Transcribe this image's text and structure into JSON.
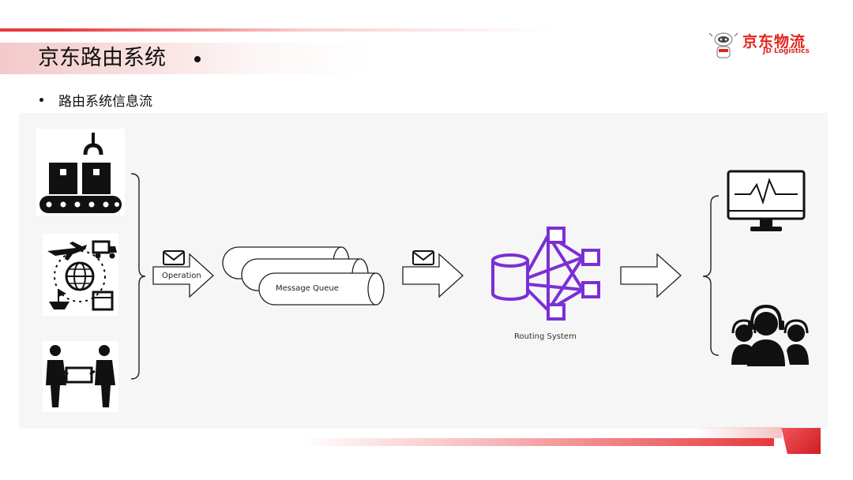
{
  "header": {
    "title": "京东路由系统",
    "logo_cn": "京东物流",
    "logo_en": "JD Logistics"
  },
  "subtitle": "路由系统信息流",
  "diagram": {
    "sources": [
      "conveyor-robot-arm-icon",
      "global-logistics-icon",
      "parcel-handover-icon"
    ],
    "arrow1_label": "Operation",
    "queue_label": "Message Queue",
    "routing_label": "Routing System",
    "consumers": [
      "monitor-icon",
      "customer-service-icon"
    ]
  },
  "colors": {
    "accent_red": "#e8383d",
    "logo_red": "#e1251b",
    "routing_purple": "#7b2fd6"
  }
}
